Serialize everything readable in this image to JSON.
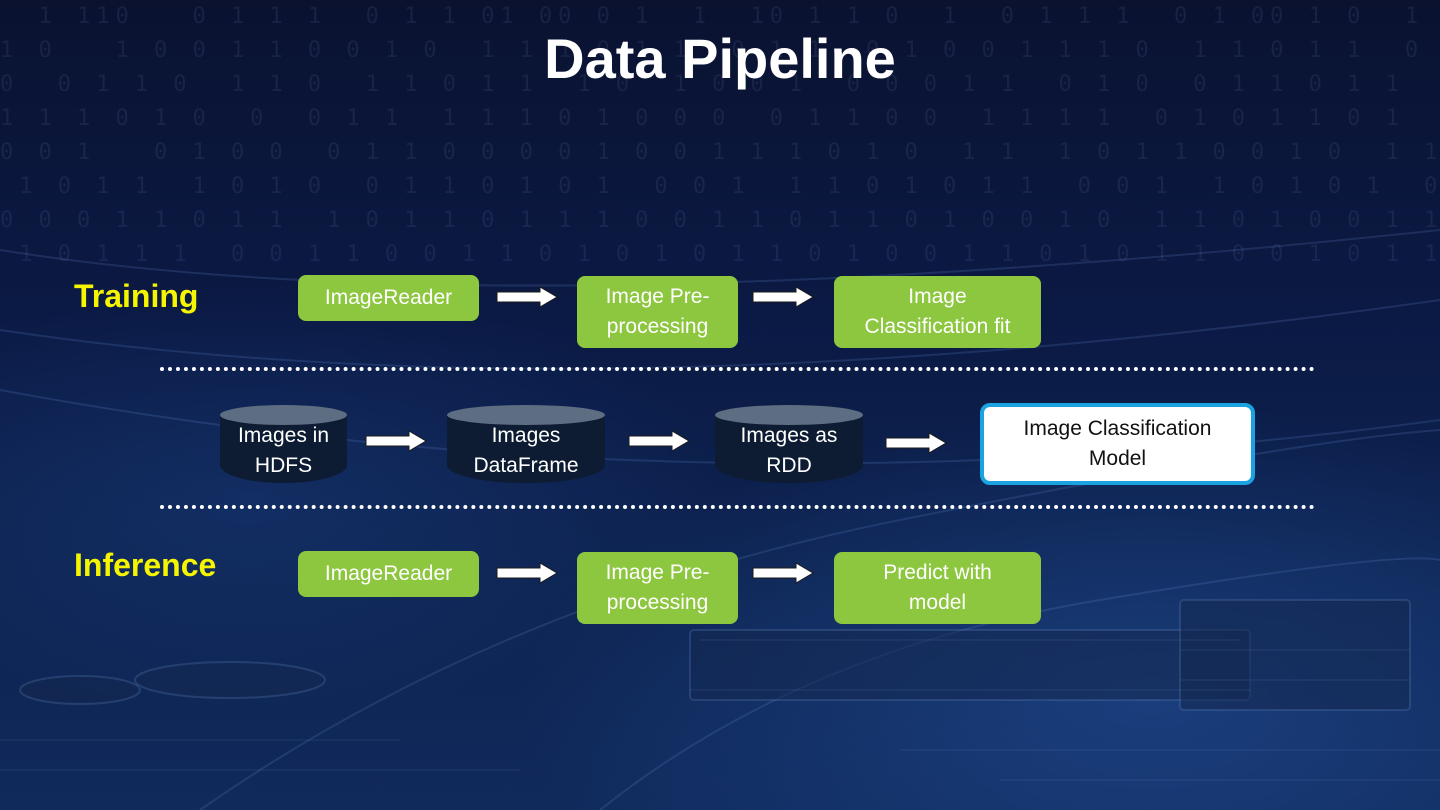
{
  "title": "Data Pipeline",
  "training": {
    "label": "Training",
    "steps": [
      {
        "lines": [
          "ImageReader"
        ]
      },
      {
        "lines": [
          "Image Pre-",
          "processing"
        ]
      },
      {
        "lines": [
          "Image",
          "Classification fit"
        ]
      }
    ]
  },
  "middle": {
    "stores": [
      {
        "lines": [
          "Images in",
          "HDFS"
        ]
      },
      {
        "lines": [
          "Images",
          "DataFrame"
        ]
      },
      {
        "lines": [
          "Images as",
          "RDD"
        ]
      }
    ],
    "model": {
      "lines": [
        "Image Classification",
        "Model"
      ]
    }
  },
  "inference": {
    "label": "Inference",
    "steps": [
      {
        "lines": [
          "ImageReader"
        ]
      },
      {
        "lines": [
          "Image Pre-",
          "processing"
        ]
      },
      {
        "lines": [
          "Predict with",
          "model"
        ]
      }
    ]
  },
  "colors": {
    "process_box": "#8dc63f",
    "row_label": "#f5f500",
    "model_border": "#1aa3e0",
    "cylinder_top": "#5d6e82",
    "cylinder_body": "#0d1c33"
  }
}
